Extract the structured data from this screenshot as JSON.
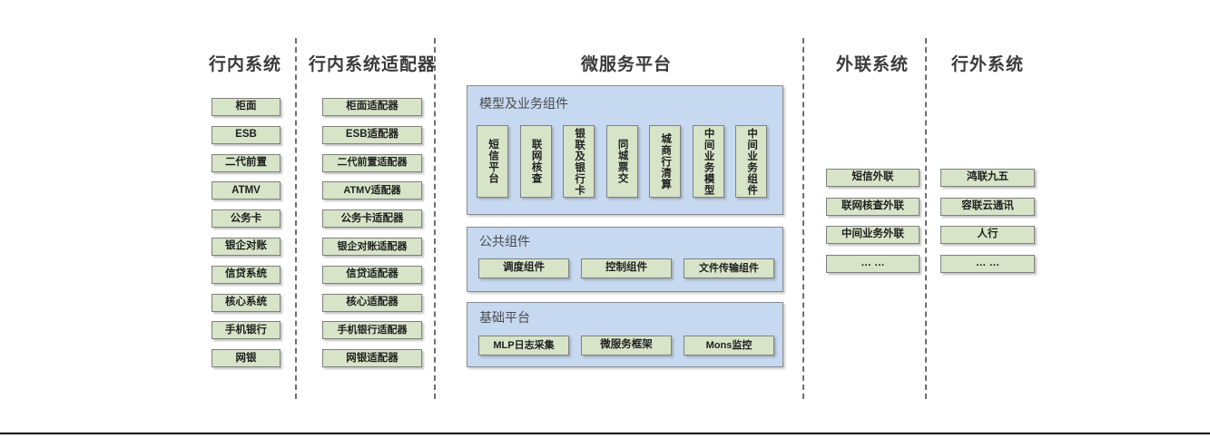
{
  "columns": [
    {
      "id": "inhouse",
      "title": "行内系统",
      "items": [
        "柜面",
        "ESB",
        "二代前置",
        "ATMV",
        "公务卡",
        "银企对账",
        "信贷系统",
        "核心系统",
        "手机银行",
        "网银"
      ]
    },
    {
      "id": "inhouse-adapter",
      "title": "行内系统适配器",
      "items": [
        "柜面适配器",
        "ESB适配器",
        "二代前置适配器",
        "ATMV适配器",
        "公务卡适配器",
        "银企对账适配器",
        "信贷适配器",
        "核心适配器",
        "手机银行适配器",
        "网银适配器"
      ]
    },
    {
      "id": "external-link",
      "title": "外联系统",
      "items": [
        "短信外联",
        "联网核查外联",
        "中间业务外联",
        "… …"
      ]
    },
    {
      "id": "outside-bank",
      "title": "行外系统",
      "items": [
        "鸿联九五",
        "容联云通讯",
        "人行",
        "… …"
      ]
    }
  ],
  "platform": {
    "title": "微服务平台",
    "groups": [
      {
        "id": "model-business",
        "title": "模型及业务组件",
        "orientation": "vertical",
        "items": [
          "短信平台",
          "联网核查",
          "银联及银行卡",
          "同城票交",
          "城商行清算",
          "中间业务模型",
          "中间业务组件"
        ]
      },
      {
        "id": "common-components",
        "title": "公共组件",
        "orientation": "horizontal",
        "items": [
          "调度组件",
          "控制组件",
          "文件传输组件"
        ]
      },
      {
        "id": "base-platform",
        "title": "基础平台",
        "orientation": "horizontal",
        "items": [
          "MLP日志采集",
          "微服务框架",
          "Mons监控"
        ]
      }
    ]
  },
  "colors": {
    "node_fill": "#d7e4c8",
    "node_border": "#808080",
    "panel_fill": "#c6d9f1",
    "panel_border": "#8a8a8a",
    "header_text": "#3b3b3b",
    "panel_title_text": "#4a4a4a",
    "divider": "#6f6f6f"
  }
}
